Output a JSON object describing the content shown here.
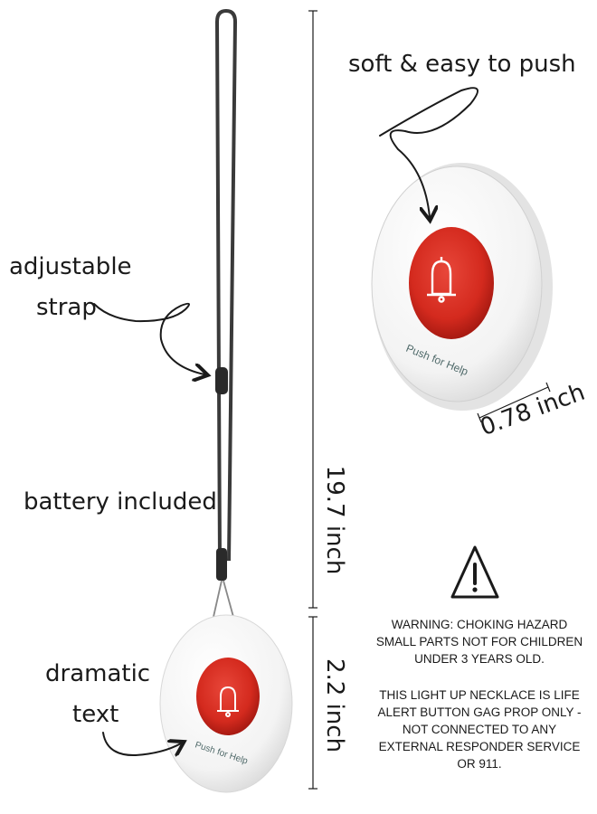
{
  "labels": {
    "soft_push": "soft & easy to push",
    "adjustable_1": "adjustable",
    "adjustable_2": "strap",
    "battery": "battery included",
    "dramatic_1": "dramatic",
    "dramatic_2": "text"
  },
  "dimensions": {
    "strap_length": "19.7 inch",
    "button_height": "2.2 inch",
    "button_thickness": "0.78 inch"
  },
  "button_text": "Push for Help",
  "warning": {
    "icon": "warning-triangle-icon",
    "lines_1": [
      "WARNING: CHOKING HAZARD",
      "SMALL PARTS NOT FOR CHILDREN",
      "UNDER 3 YEARS OLD."
    ],
    "lines_2": [
      "THIS LIGHT UP NECKLACE IS LIFE",
      "ALERT BUTTON GAG PROP ONLY -",
      "NOT CONNECTED TO ANY",
      "EXTERNAL RESPONDER SERVICE",
      "OR 911."
    ]
  },
  "colors": {
    "button_red": "#d42a1e",
    "button_body": "#f4f4f4",
    "strap": "#3a3a3a",
    "ink": "#1a1a1a"
  }
}
